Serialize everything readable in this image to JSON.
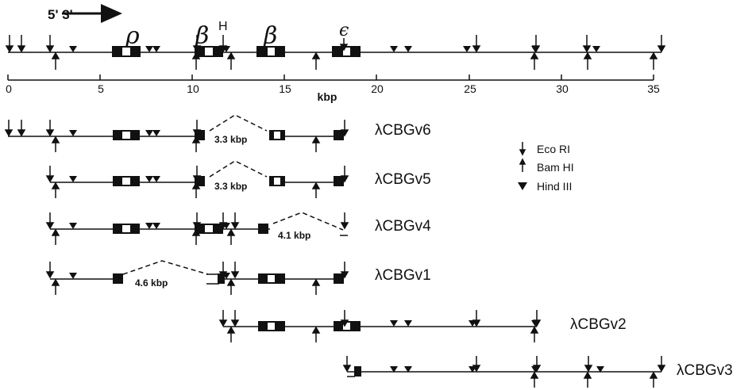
{
  "header": {
    "direction": "5'          3'"
  },
  "genes": [
    {
      "symbol": "ρ",
      "sup": ""
    },
    {
      "symbol": "β",
      "sup": "H"
    },
    {
      "symbol": "β",
      "sup": ""
    },
    {
      "symbol": "ϵ",
      "sup": ""
    }
  ],
  "scale": {
    "ticks": [
      "0",
      "5",
      "10",
      "15",
      "20",
      "25",
      "30",
      "35"
    ],
    "unit": "kbp"
  },
  "clones": [
    {
      "name": "λCBGv6",
      "deletion": "3.3 kbp"
    },
    {
      "name": "λCBGv5",
      "deletion": "3.3 kbp"
    },
    {
      "name": "λCBGv4",
      "deletion": "4.1 kbp"
    },
    {
      "name": "λCBGv1",
      "deletion": "4.6 kbp"
    },
    {
      "name": "λCBGv2",
      "deletion": ""
    },
    {
      "name": "λCBGv3",
      "deletion": ""
    }
  ],
  "legend": {
    "items": [
      {
        "icon": "eco-ri-arrow-down-icon",
        "label": "Eco RI"
      },
      {
        "icon": "bam-hi-arrow-up-icon",
        "label": "Bam HI"
      },
      {
        "icon": "hind-iii-triangle-icon",
        "label": "Hind III"
      }
    ]
  }
}
